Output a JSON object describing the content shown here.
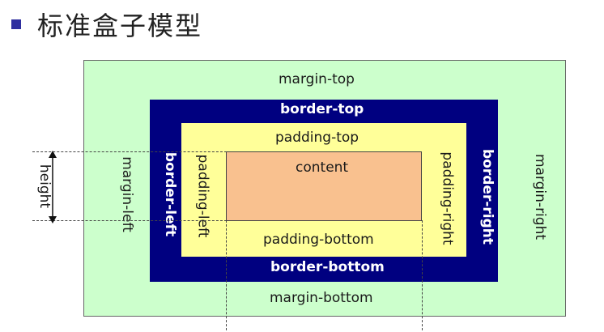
{
  "title": "标准盒子模型",
  "labels": {
    "margin_top": "margin-top",
    "margin_bottom": "margin-bottom",
    "margin_left": "margin-left",
    "margin_right": "margin-right",
    "border_top": "border-top",
    "border_bottom": "border-bottom",
    "border_left": "border-left",
    "border_right": "border-right",
    "padding_top": "padding-top",
    "padding_bottom": "padding-bottom",
    "padding_left": "padding-left",
    "padding_right": "padding-right",
    "content": "content",
    "height": "height"
  },
  "colors": {
    "margin": "#ccffcc",
    "border": "#000080",
    "padding": "#ffff99",
    "content": "#f9c18f",
    "bullet": "#2f2f9f"
  }
}
